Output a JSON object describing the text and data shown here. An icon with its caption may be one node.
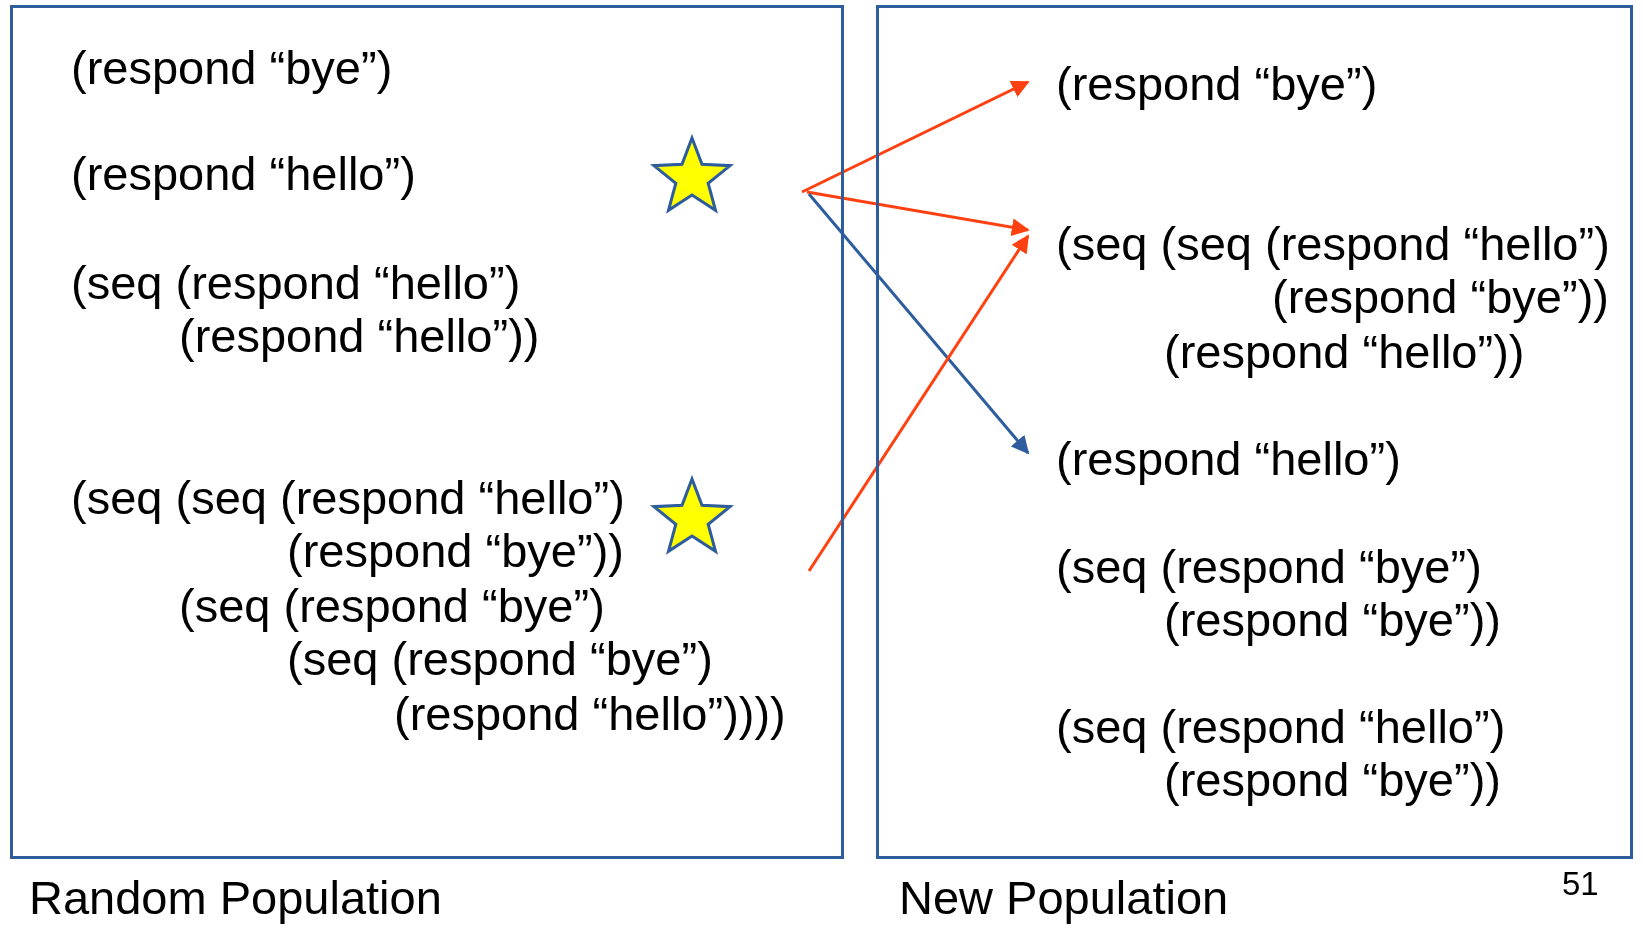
{
  "diagram": {
    "nodes": [
      {
        "text": [
          "Random Population"
        ]
      },
      {
        "text": [
          "New Population"
        ]
      },
      {
        "text": [
          "(respond “bye”)"
        ],
        "in": 0
      },
      {
        "text": [
          "(respond “hello”)"
        ],
        "in": 0
      },
      {
        "text": [
          "(seq (respond “hello”)",
          "(respond “hello”))"
        ],
        "in": 0
      },
      {
        "text": [
          "(seq (seq (respond “hello”)",
          "(respond “bye”))",
          "(seq (respond “bye”)",
          "(seq (respond “bye”)",
          "(respond “hello”))))"
        ],
        "in": 0
      },
      {
        "text": [
          "(respond “bye”)"
        ],
        "in": 1
      },
      {
        "text": [
          "(seq (seq (respond “hello”)",
          "(respond “bye”))",
          "(respond “hello”))"
        ],
        "in": 1
      },
      {
        "text": [
          "(respond “hello”)"
        ],
        "in": 1
      },
      {
        "text": [
          "(seq (respond “bye”)",
          "(respond “bye”))"
        ],
        "in": 1
      },
      {
        "text": [
          "(seq (respond “hello”)",
          "(respond “bye”))"
        ],
        "in": 1
      }
    ],
    "edges": [
      {
        "from": null,
        "to": 6,
        "arrow": "to"
      },
      {
        "from": null,
        "to": 7,
        "arrow": "to"
      },
      {
        "from": null,
        "to": 8,
        "arrow": "to",
        "color": "#2e5d9e"
      },
      {
        "from": 5,
        "to": 7,
        "arrow": "to"
      }
    ],
    "labels": [
      "51"
    ]
  }
}
